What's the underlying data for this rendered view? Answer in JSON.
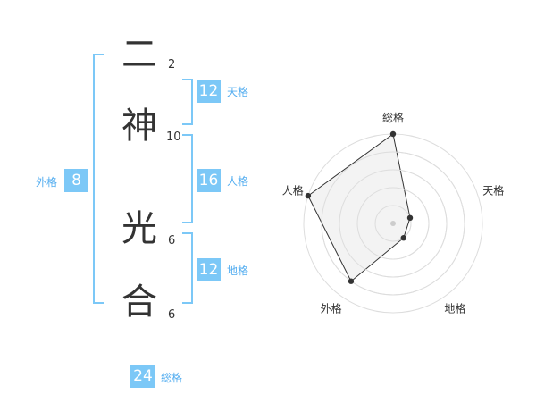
{
  "name": {
    "characters": [
      {
        "char": "二",
        "strokes": "2"
      },
      {
        "char": "神",
        "strokes": "10"
      },
      {
        "char": "光",
        "strokes": "6"
      },
      {
        "char": "合",
        "strokes": "6"
      }
    ]
  },
  "fortunes": {
    "ten": {
      "label": "天格",
      "value": "12"
    },
    "jin": {
      "label": "人格",
      "value": "16"
    },
    "chi": {
      "label": "地格",
      "value": "12"
    },
    "gai": {
      "label": "外格",
      "value": "8"
    },
    "sou": {
      "label": "総格",
      "value": "24"
    }
  },
  "chart_data": {
    "type": "radar",
    "axes": [
      "総格",
      "天格",
      "地格",
      "外格",
      "人格"
    ],
    "values": [
      5,
      1,
      1,
      4,
      5
    ],
    "range": [
      0,
      5
    ],
    "rings": 5,
    "grid": true,
    "colors": {
      "fill": "#f2f2f2",
      "ring_fill": "#ffffff",
      "ring_stroke": "#dddddd",
      "line": "#333333",
      "point": "#333333",
      "center": "#cccccc"
    }
  },
  "colors": {
    "accent": "#7cc8f7",
    "accent_text": "#55aef0"
  }
}
